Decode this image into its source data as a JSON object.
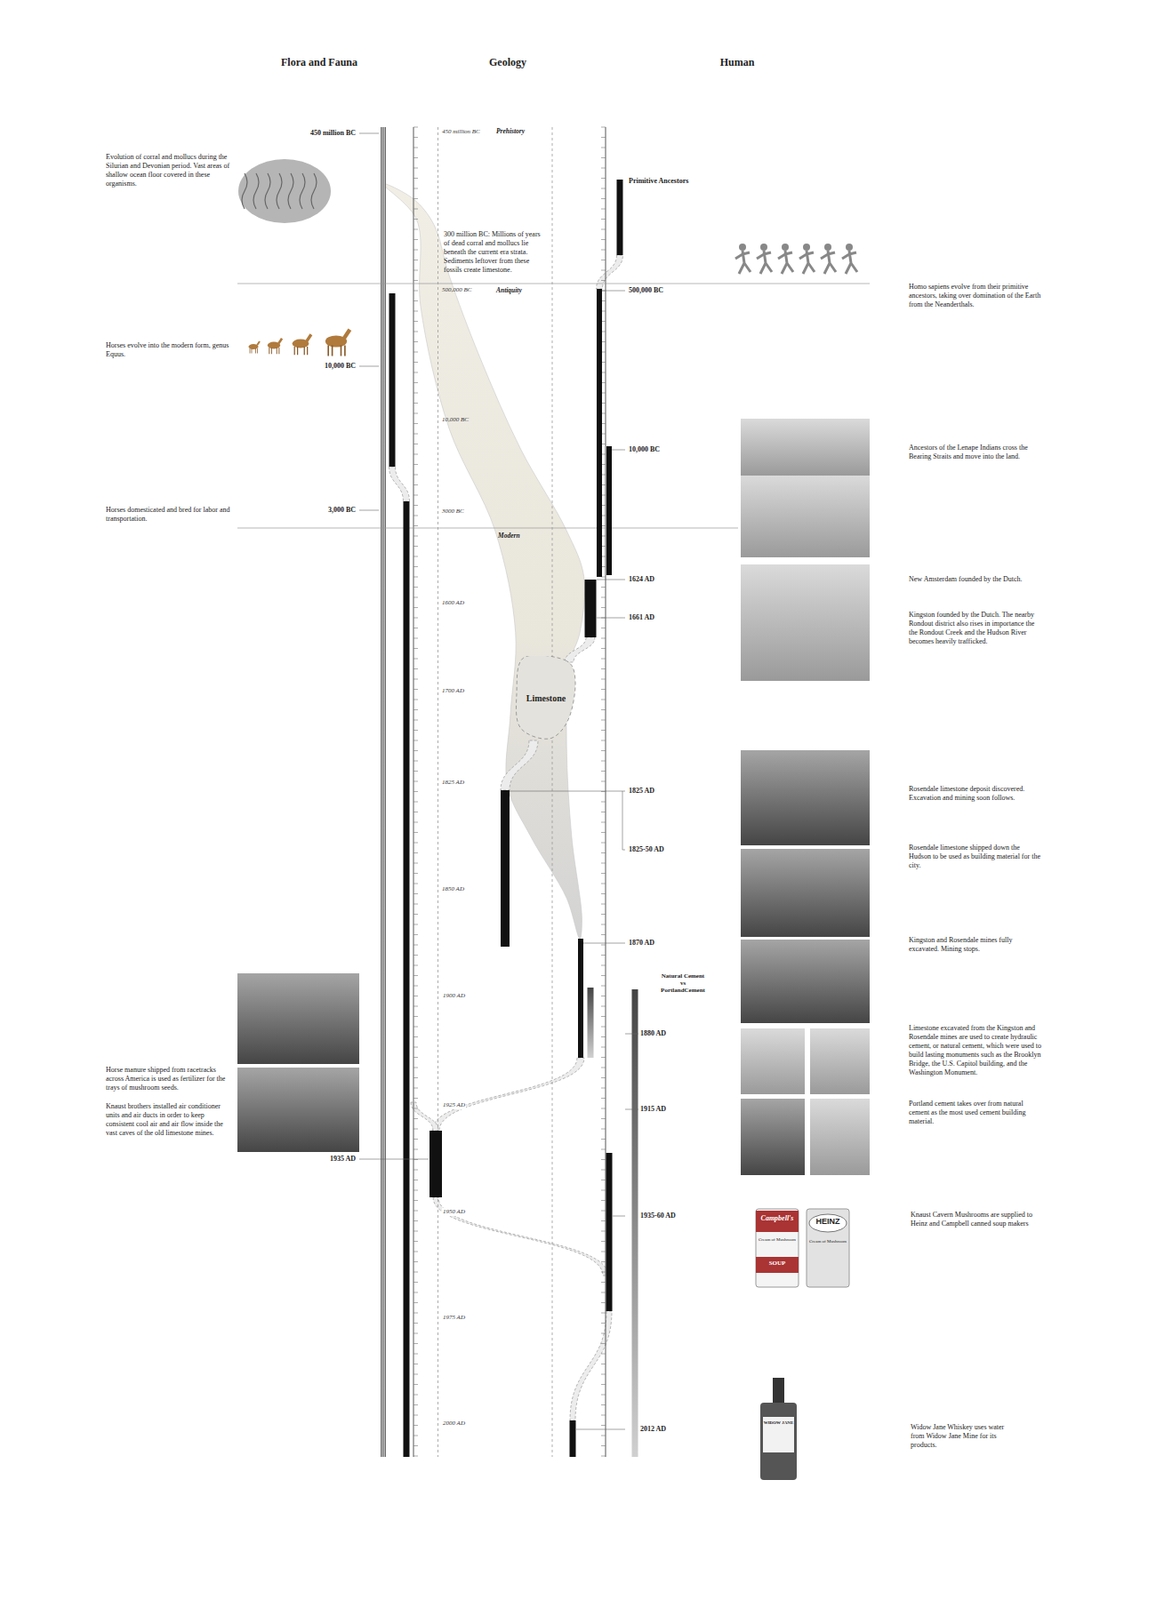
{
  "diagram": {
    "nodes": [
      {
        "text": [
          "Limestone"
        ]
      }
    ],
    "labels": [
      "Flora and Fauna",
      "Geology",
      "Human",
      "Evolution of corral and mollucs during the Silurian and Devonian period. Vast areas of shallow ocean floor covered in these organisms.",
      "450 million BC",
      "Horses evolve into the modern form, genus Equus.",
      "10,000 BC",
      "Horses domesticated and bred for labor and transportation.",
      "3,000 BC",
      "Horse manure shipped from racetracks across America is used as fertilizer for the trays of mushroom seeds.",
      "Knaust brothers installed air conditioner units and air ducts in order to keep consistent cool air and air flow inside the vast caves of the old limestone mines.",
      "1935 AD",
      "450 million BC",
      "Prehistory",
      "300 million BC: Millions of years of dead corral and mollucs lie beneath the current era strata. Sediments leftover from these fossils create limestone.",
      "500,000 BC",
      "Antiquity",
      "10,000 BC",
      "3000 BC",
      "Modern",
      "1600 AD",
      "1700 AD",
      "1825 AD",
      "1850 AD",
      "1900 AD",
      "1925 AD",
      "1950 AD",
      "1975 AD",
      "2000 AD",
      "Primitive Ancestors",
      "500,000 BC",
      "10,000 BC",
      "1624 AD",
      "1661 AD",
      "1825 AD",
      "1825-50 AD",
      "1870 AD",
      "Natural Cement vs PortlandCement",
      "1880 AD",
      "1915 AD",
      "1935-60 AD",
      "2012 AD",
      "Homo sapiens evolve from their primitive ancestors, taking over domination of the Earth from the Neanderthals.",
      "Ancestors of the Lenape Indians cross the Bearing Straits and move into the land.",
      "New Amsterdam founded by the Dutch.",
      "Kingston founded by the Dutch. The nearby Rondout district also rises in importance the the Rondout Creek and the Hudson River becomes heavily trafficked.",
      "Rosendale limestone deposit discovered. Excavation and mining soon follows.",
      "Rosendale limestone shipped down the Hudson to be used as building material for the city.",
      "Kingston and Rosendale mines fully excavated. Mining stops.",
      "Limestone excavated from the Kingston and Rosendale mines are used to create hydraulic cement, or natural cement, which were used to build lasting monuments such as the Brooklyn Bridge, the U.S. Capitol building, and the Washington Monument.",
      "Portland cement takes over from natural cement as the most used cement building material.",
      "Knaust Cavern Mushrooms are supplied to Heinz and Campbell canned soup makers",
      "Widow Jane Whiskey uses water from Widow Jane Mine for its products.",
      "Campbell's",
      "Cream of Mushroom",
      "SOUP",
      "HEINZ",
      "Cream of Mushroom",
      "WIDOW JANE"
    ]
  }
}
